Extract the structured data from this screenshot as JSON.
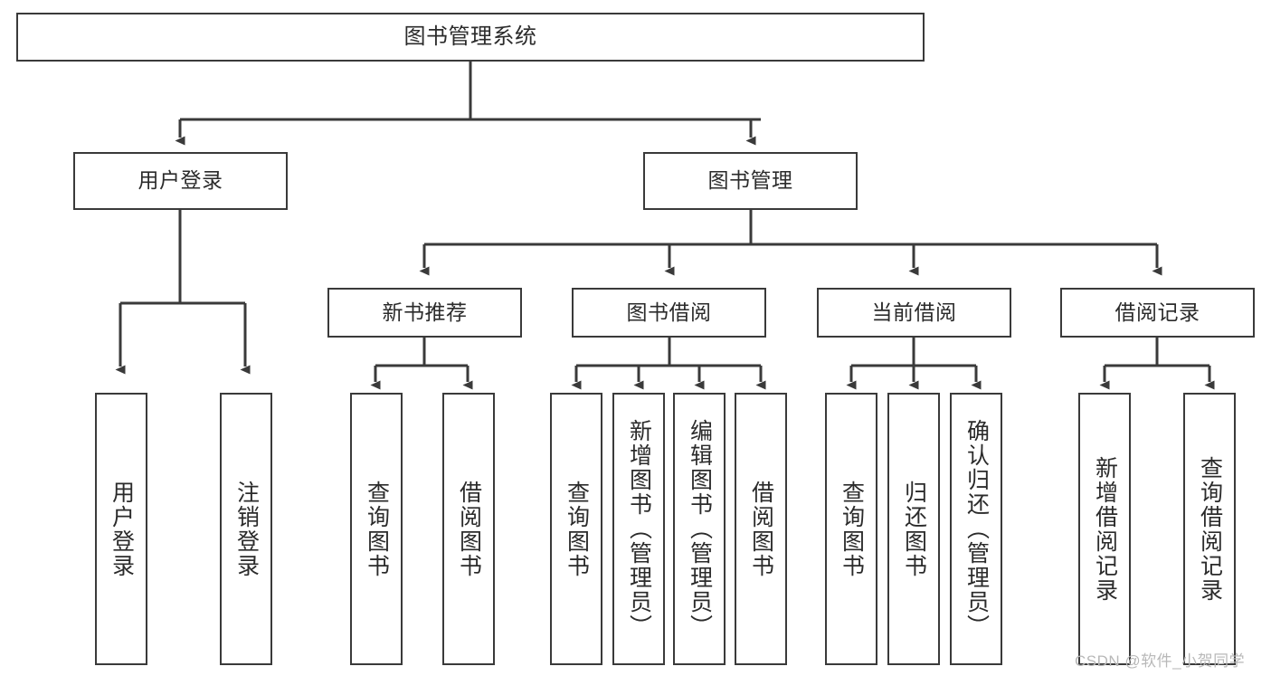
{
  "diagram": {
    "title": "图书管理系统",
    "type": "tree-hierarchy-chart",
    "watermark": "CSDN @软件_小贺同学",
    "colors": {
      "node_border": "#3a3a3a",
      "node_fill": "#ffffff",
      "edge": "#3a3a3a",
      "text": "#2b2b2b",
      "watermark": "#b8b8b8",
      "background": "#ffffff"
    },
    "nodes": {
      "root": {
        "label": "图书管理系统"
      },
      "level2": [
        {
          "id": "user-login",
          "label": "用户登录"
        },
        {
          "id": "book-management",
          "label": "图书管理"
        }
      ],
      "level3": [
        {
          "id": "new-book-recommend",
          "label": "新书推荐"
        },
        {
          "id": "book-borrow",
          "label": "图书借阅"
        },
        {
          "id": "current-borrow",
          "label": "当前借阅"
        },
        {
          "id": "borrow-record",
          "label": "借阅记录"
        }
      ],
      "leaves": {
        "user_login": [
          {
            "id": "leaf-user-login",
            "label": "用户登录"
          },
          {
            "id": "leaf-logout-login",
            "label": "注销登录"
          }
        ],
        "new_book_recommend": [
          {
            "id": "leaf-query-book-1",
            "label": "查询图书"
          },
          {
            "id": "leaf-borrow-book-1",
            "label": "借阅图书"
          }
        ],
        "book_borrow": [
          {
            "id": "leaf-query-book-2",
            "label": "查询图书"
          },
          {
            "id": "leaf-add-book",
            "label": "新增图书（管理员）"
          },
          {
            "id": "leaf-edit-book",
            "label": "编辑图书（管理员）"
          },
          {
            "id": "leaf-borrow-book-2",
            "label": "借阅图书"
          }
        ],
        "current_borrow": [
          {
            "id": "leaf-query-book-3",
            "label": "查询图书"
          },
          {
            "id": "leaf-return-book",
            "label": "归还图书"
          },
          {
            "id": "leaf-confirm-return",
            "label": "确认归还（管理员）"
          }
        ],
        "borrow_record": [
          {
            "id": "leaf-add-borrow-record",
            "label": "新增借阅记录"
          },
          {
            "id": "leaf-query-borrow-record",
            "label": "查询借阅记录"
          }
        ]
      }
    }
  }
}
